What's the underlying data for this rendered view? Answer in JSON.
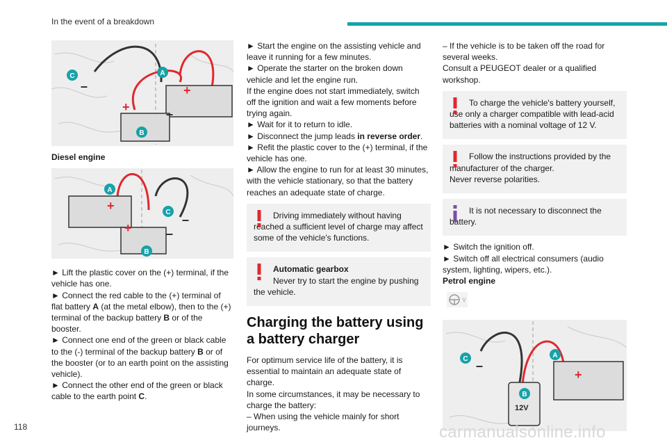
{
  "header": {
    "section_title": "In the event of a breakdown"
  },
  "page_number": "118",
  "watermark": "carmanualsonline.info",
  "colors": {
    "accent": "#17a2a9",
    "warning_red": "#e0282e",
    "info_purple": "#7a4fa6"
  },
  "col1": {
    "diesel_caption": "Diesel engine",
    "steps": [
      "► Lift the plastic cover on the (+) terminal, if the vehicle has one.",
      "► Connect the red cable to the (+) terminal of flat battery ",
      "A",
      " (at the metal elbow), then to the (+) terminal of the backup battery ",
      "B",
      " or of the booster.",
      "► Connect one end of the green or black cable to the (-) terminal of the backup battery ",
      "B",
      " or of the booster (or to an earth point on the assisting vehicle).",
      "► Connect the other end of the green or black cable to the earth point ",
      "C",
      "."
    ]
  },
  "col2": {
    "steps": [
      "► Start the engine on the assisting vehicle and leave it running for a few minutes.",
      "► Operate the starter on the broken down vehicle and let the engine run.",
      "If the engine does not start immediately, switch off the ignition and wait a few moments before trying again.",
      "► Wait for it to return to idle.",
      "► Disconnect the jump leads ",
      "in reverse order",
      ".",
      "► Refit the plastic cover to the (+) terminal, if the vehicle has one.",
      "► Allow the engine to run for at least 30 minutes, with the vehicle stationary, so that the battery reaches an adequate state of charge."
    ],
    "warning1": "Driving immediately without having reached a sufficient level of charge may affect some of the vehicle's functions.",
    "warning2_title": "Automatic gearbox",
    "warning2_text": "Never try to start the engine by pushing the vehicle.",
    "heading": "Charging the battery using a battery charger",
    "para1": "For optimum service life of the battery, it is essential to maintain an adequate state of charge.",
    "para2": "In some circumstances, it may be necessary to charge the battery:",
    "para3": "– When using the vehicle mainly for short journeys."
  },
  "col3": {
    "para1": "– If the vehicle is to be taken off the road for several weeks.",
    "para2": "Consult a PEUGEOT dealer or a qualified workshop.",
    "warning1": "To charge the vehicle's battery yourself, use only a charger compatible with lead-acid batteries with a nominal voltage of 12 V.",
    "warning2a": "Follow the instructions provided by the manufacturer of the charger.",
    "warning2b": "Never reverse polarities.",
    "info": "It is not necessary to disconnect the battery.",
    "step1": "► Switch the ignition off.",
    "step2": "► Switch off all electrical consumers (audio system, lighting, wipers, etc.).",
    "petrol_caption": "Petrol engine"
  },
  "figures": {
    "labels": {
      "a": "A",
      "b": "B",
      "c": "C",
      "plus": "+",
      "minus": "–",
      "voltage": "12V"
    }
  }
}
